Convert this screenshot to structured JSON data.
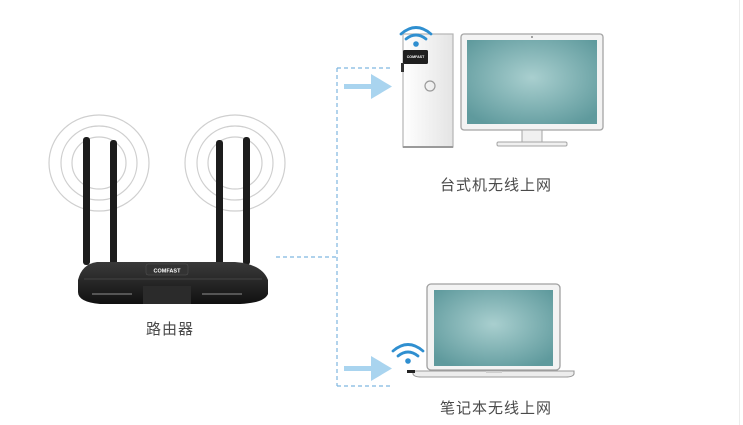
{
  "router": {
    "label": "路由器",
    "brand": "COMFAST"
  },
  "desktop": {
    "label": "台式机无线上网",
    "adapter_brand": "COMFAST"
  },
  "laptop": {
    "label": "笔记本无线上网"
  },
  "colors": {
    "connector": "#7fb6e0",
    "arrow": "#a9d4ef",
    "wifi_blue": "#2f8fd0",
    "signal_ring": "#cfcfcf",
    "screen": "#6ea5a8",
    "device_body": "#f2f2f2",
    "device_outline": "#9a9a9a",
    "router_body": "#1e1e1e"
  }
}
